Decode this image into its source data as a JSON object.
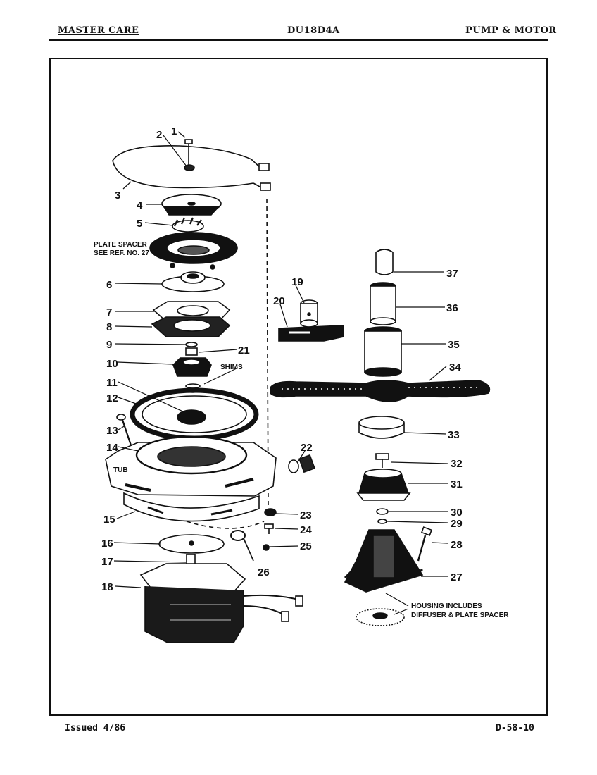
{
  "header": {
    "brand": "MASTER CARE",
    "model": "DU18D4A",
    "section": "PUMP & MOTOR"
  },
  "footer": {
    "issued": "Issued 4/86",
    "page_code": "D-58-10"
  },
  "parts": [
    {
      "ref": "1"
    },
    {
      "ref": "2"
    },
    {
      "ref": "3"
    },
    {
      "ref": "4"
    },
    {
      "ref": "5"
    },
    {
      "ref": "6"
    },
    {
      "ref": "7"
    },
    {
      "ref": "8"
    },
    {
      "ref": "9"
    },
    {
      "ref": "10"
    },
    {
      "ref": "11"
    },
    {
      "ref": "12"
    },
    {
      "ref": "13"
    },
    {
      "ref": "14"
    },
    {
      "ref": "15"
    },
    {
      "ref": "16"
    },
    {
      "ref": "17"
    },
    {
      "ref": "18"
    },
    {
      "ref": "19"
    },
    {
      "ref": "20"
    },
    {
      "ref": "21"
    },
    {
      "ref": "22"
    },
    {
      "ref": "23"
    },
    {
      "ref": "24"
    },
    {
      "ref": "25"
    },
    {
      "ref": "26"
    },
    {
      "ref": "27"
    },
    {
      "ref": "28"
    },
    {
      "ref": "29"
    },
    {
      "ref": "30"
    },
    {
      "ref": "31"
    },
    {
      "ref": "32"
    },
    {
      "ref": "33"
    },
    {
      "ref": "34"
    },
    {
      "ref": "35"
    },
    {
      "ref": "36"
    },
    {
      "ref": "37"
    }
  ],
  "annotations": {
    "plate_spacer_line1": "PLATE SPACER",
    "plate_spacer_line2": "SEE REF. NO. 27",
    "shims": "SHIMS",
    "tub": "TUB",
    "housing_line1": "HOUSING INCLUDES",
    "housing_line2": "DIFFUSER & PLATE SPACER"
  }
}
